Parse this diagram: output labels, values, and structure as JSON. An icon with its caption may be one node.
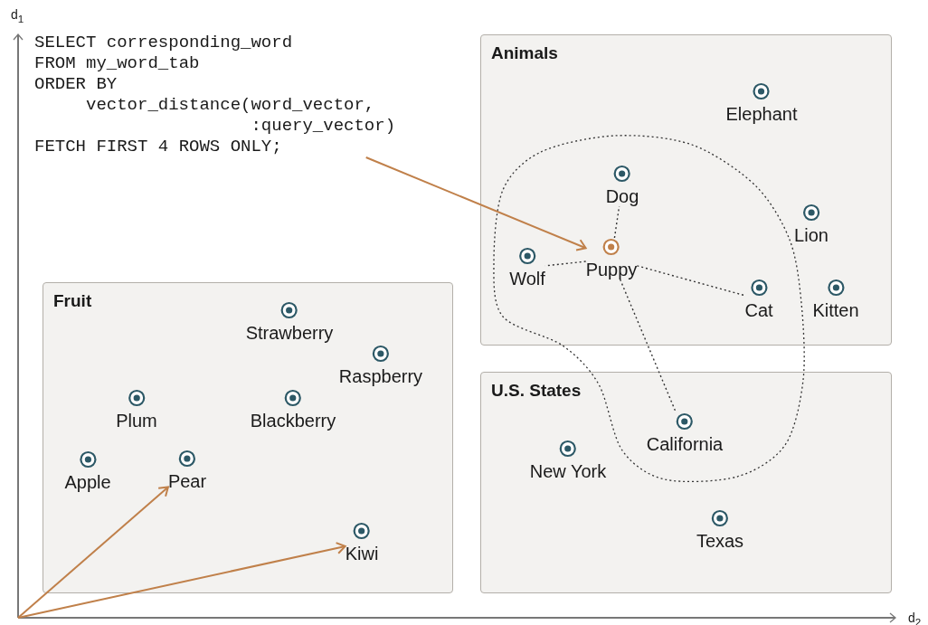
{
  "diagram": {
    "nodes": [
      {
        "text": [
          "SELECT corresponding_word",
          "FROM my_word_tab",
          "ORDER BY",
          "vector_distance(word_vector,",
          ":query_vector)",
          "FETCH FIRST 4 ROWS ONLY;"
        ]
      },
      {
        "text": [
          "Animals"
        ]
      },
      {
        "text": [
          "Elephant"
        ],
        "in": 1
      },
      {
        "text": [
          "Dog"
        ],
        "in": 1
      },
      {
        "text": [
          "Lion"
        ],
        "in": 1
      },
      {
        "text": [
          "Wolf"
        ],
        "in": 1
      },
      {
        "text": [
          "Puppy"
        ],
        "in": 1
      },
      {
        "text": [
          "Cat"
        ],
        "in": 1
      },
      {
        "text": [
          "Kitten"
        ],
        "in": 1
      },
      {
        "text": [
          "Fruit"
        ]
      },
      {
        "text": [
          "Strawberry"
        ],
        "in": 9
      },
      {
        "text": [
          "Raspberry"
        ],
        "in": 9
      },
      {
        "text": [
          "Plum"
        ],
        "in": 9
      },
      {
        "text": [
          "Blackberry"
        ],
        "in": 9
      },
      {
        "text": [
          "Apple"
        ],
        "in": 9
      },
      {
        "text": [
          "Pear"
        ],
        "in": 9
      },
      {
        "text": [
          "Kiwi"
        ],
        "in": 9
      },
      {
        "text": [
          "U.S. States"
        ]
      },
      {
        "text": [
          "California"
        ],
        "in": 17
      },
      {
        "text": [
          "New York"
        ],
        "in": 17
      },
      {
        "text": [
          "Texas"
        ],
        "in": 17
      }
    ],
    "edges": [
      {
        "from": 0,
        "to": 6,
        "arrow": "to",
        "color": "#c0804a"
      },
      {
        "from": null,
        "to": 15,
        "arrow": "to",
        "color": "#c0804a"
      },
      {
        "from": null,
        "to": 16,
        "arrow": "to",
        "color": "#c0804a"
      },
      {
        "from": 6,
        "to": 3,
        "arrow": "none",
        "style": "dashed"
      },
      {
        "from": 6,
        "to": 5,
        "arrow": "none",
        "style": "dashed"
      },
      {
        "from": 6,
        "to": 7,
        "arrow": "none",
        "style": "dashed"
      },
      {
        "from": 6,
        "to": 18,
        "arrow": "none",
        "style": "dashed"
      }
    ],
    "labels": [
      "d$_{1}$",
      "d$_{2}$"
    ]
  }
}
